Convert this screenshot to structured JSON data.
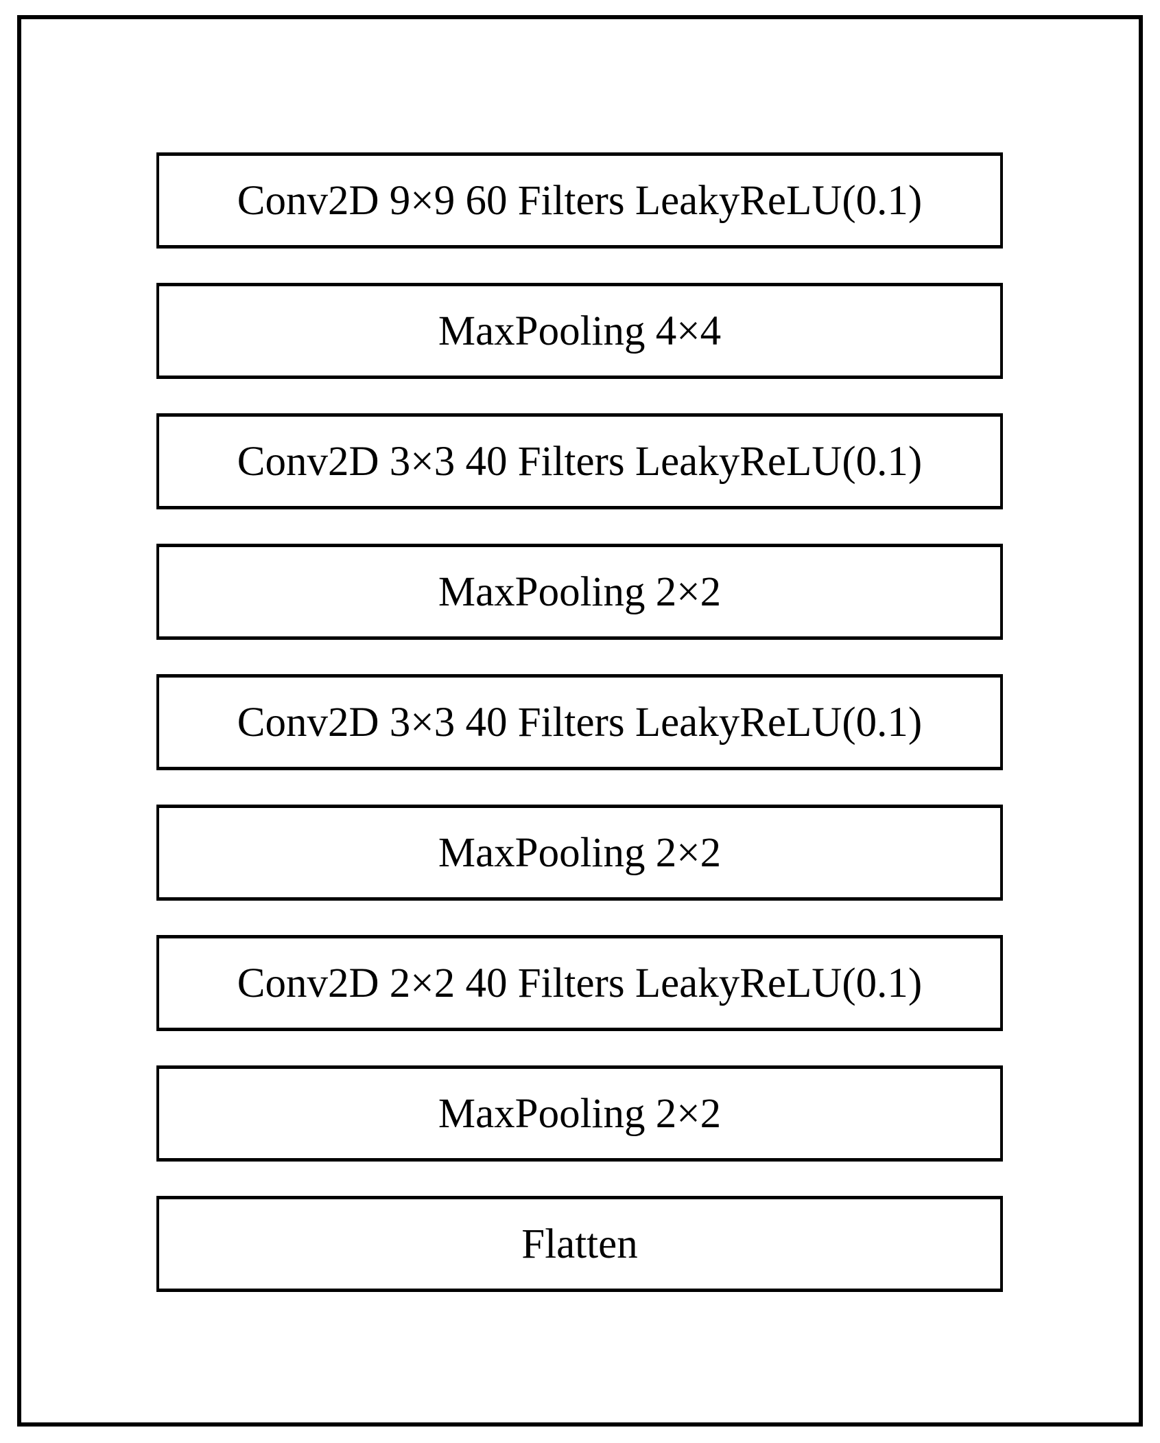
{
  "figure": {
    "description": "Stacked neural network layer diagram",
    "colors": {
      "line": "#000000",
      "background": "#ffffff",
      "text": "#000000"
    },
    "layers": [
      {
        "type": "conv",
        "label": "Conv2D 9×9 60 Filters LeakyReLU(0.1)"
      },
      {
        "type": "pool",
        "label": "MaxPooling 4×4"
      },
      {
        "type": "conv",
        "label": "Conv2D 3×3 40 Filters LeakyReLU(0.1)"
      },
      {
        "type": "pool",
        "label": "MaxPooling 2×2"
      },
      {
        "type": "conv",
        "label": "Conv2D 3×3 40 Filters LeakyReLU(0.1)"
      },
      {
        "type": "pool",
        "label": "MaxPooling 2×2"
      },
      {
        "type": "conv",
        "label": "Conv2D 2×2 40 Filters LeakyReLU(0.1)"
      },
      {
        "type": "pool",
        "label": "MaxPooling 2×2"
      },
      {
        "type": "flatten",
        "label": "Flatten"
      }
    ]
  }
}
